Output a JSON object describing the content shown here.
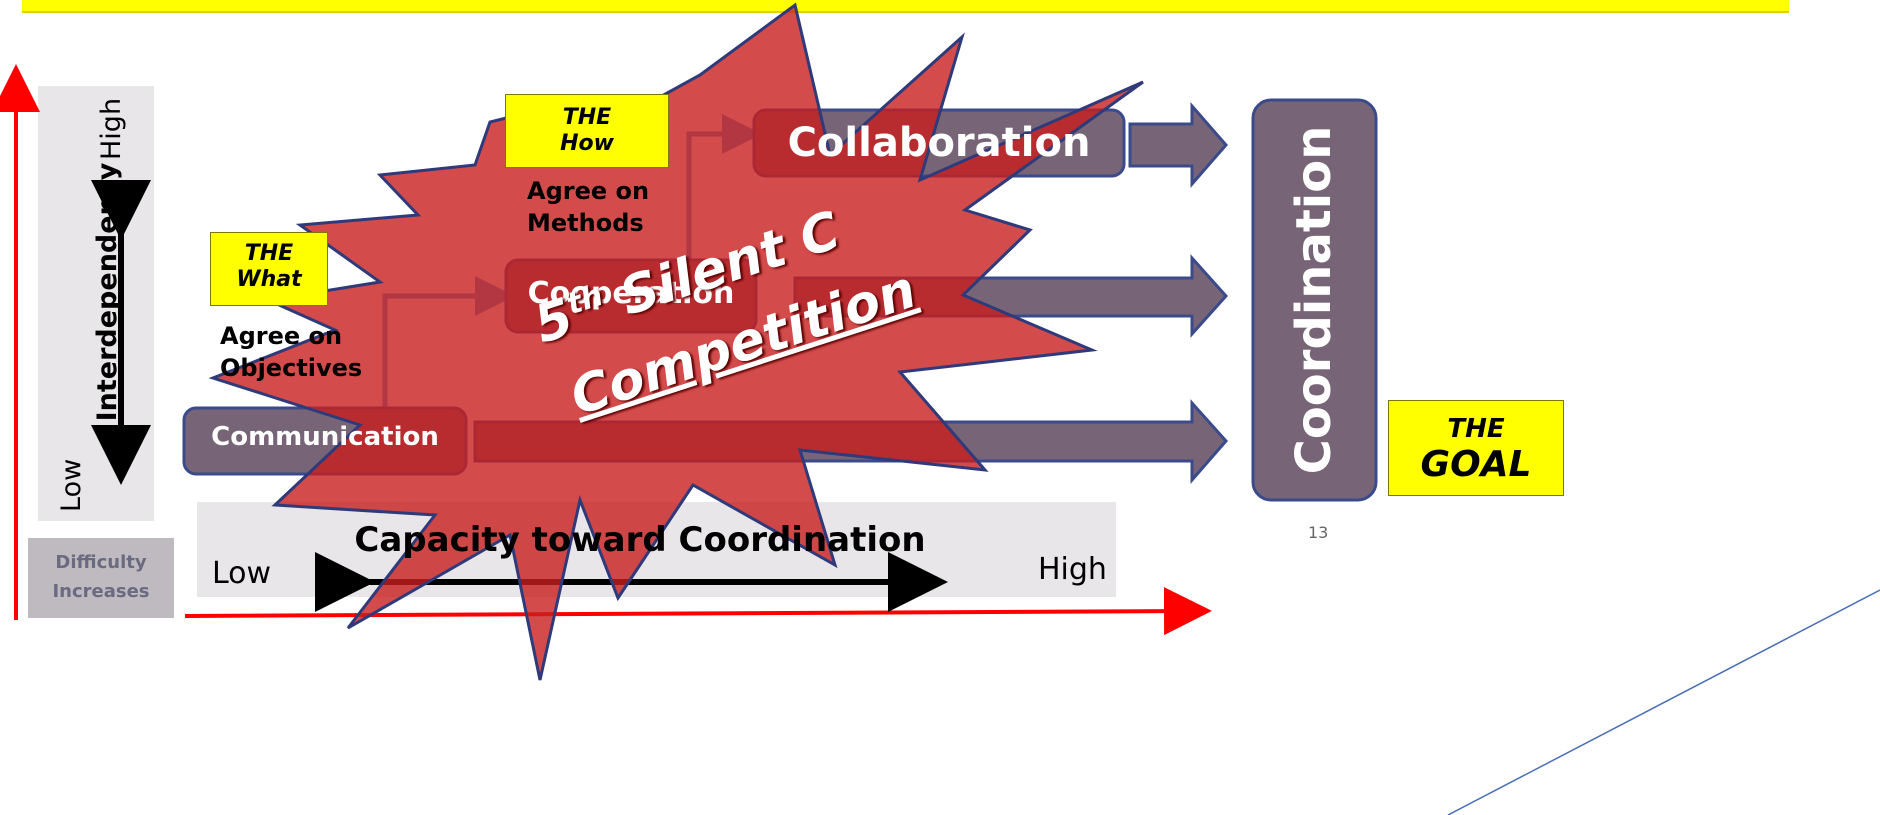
{
  "diagram": {
    "side_axis": {
      "title": "Interdependency",
      "high": "High",
      "low": "Low"
    },
    "difficulty_label_line1": "Difficulty",
    "difficulty_label_line2": "Increases",
    "bottom_axis": {
      "title": "Capacity toward Coordination",
      "low": "Low",
      "high": "High"
    },
    "stages": {
      "communication": "Communication",
      "cooperation": "Cooperation",
      "collaboration": "Collaboration",
      "coordination": "Coordination"
    },
    "callouts": {
      "what_line1": "THE",
      "what_line2": "What",
      "objectives_line1": "Agree on",
      "objectives_line2": "Objectives",
      "how_line1": "THE",
      "how_line2": "How",
      "methods_line1": "Agree on",
      "methods_line2": "Methods",
      "goal_line1": "THE",
      "goal_line2": "GOAL"
    },
    "starburst": {
      "ordinal": "5",
      "ordinal_suffix": "th",
      "line1": "Silent C",
      "line2": "Competition"
    },
    "page_number": "13"
  },
  "colors": {
    "banner": "#ffff00",
    "red_axis": "#ff0000",
    "box_fill": "#776577",
    "box_border": "#3a4a8a",
    "star_fill": "#c81e1e",
    "panel_gray": "#e8e6e8",
    "difficulty_fill": "#bfbabf"
  }
}
